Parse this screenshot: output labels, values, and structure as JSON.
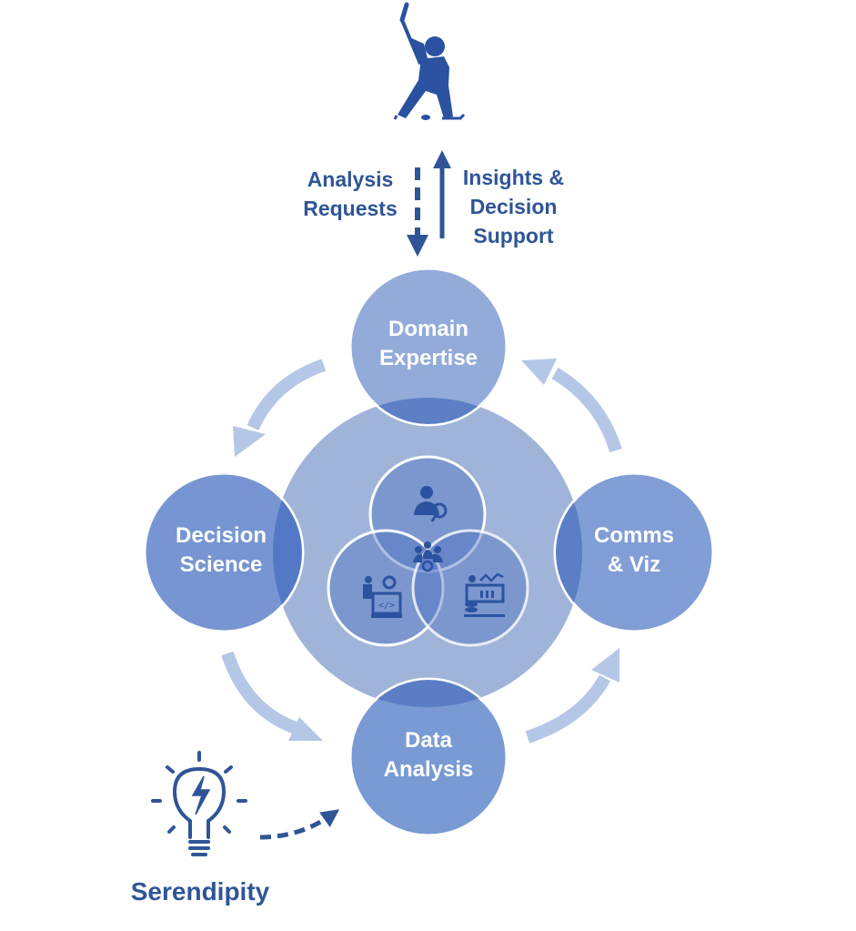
{
  "colors": {
    "dark_blue": "#2f5597",
    "icon_blue": "#2a52a0",
    "outer_circle": "#8ca6d6",
    "core_circle": "#a0b4d9",
    "side_circle": "#6f8fd0",
    "inner_circle": "#7190cf",
    "cycle_arrow": "#b4c7e7"
  },
  "top": {
    "icon": "hockey-player-icon",
    "request_label": [
      "Analysis",
      "Requests"
    ],
    "response_label": [
      "Insights &",
      "Decision",
      "Support"
    ]
  },
  "nodes": {
    "domain": [
      "Domain",
      "Expertise"
    ],
    "decision": [
      "Decision",
      "Science"
    ],
    "comms": [
      "Comms",
      "& Viz"
    ],
    "data": [
      "Data",
      "Analysis"
    ]
  },
  "core_icons": [
    "analyst-search-icon",
    "developer-code-icon",
    "data-dashboard-icon",
    "team-collaboration-icon"
  ],
  "serendipity": {
    "icon": "lightbulb-icon",
    "label": "Serendipity"
  }
}
